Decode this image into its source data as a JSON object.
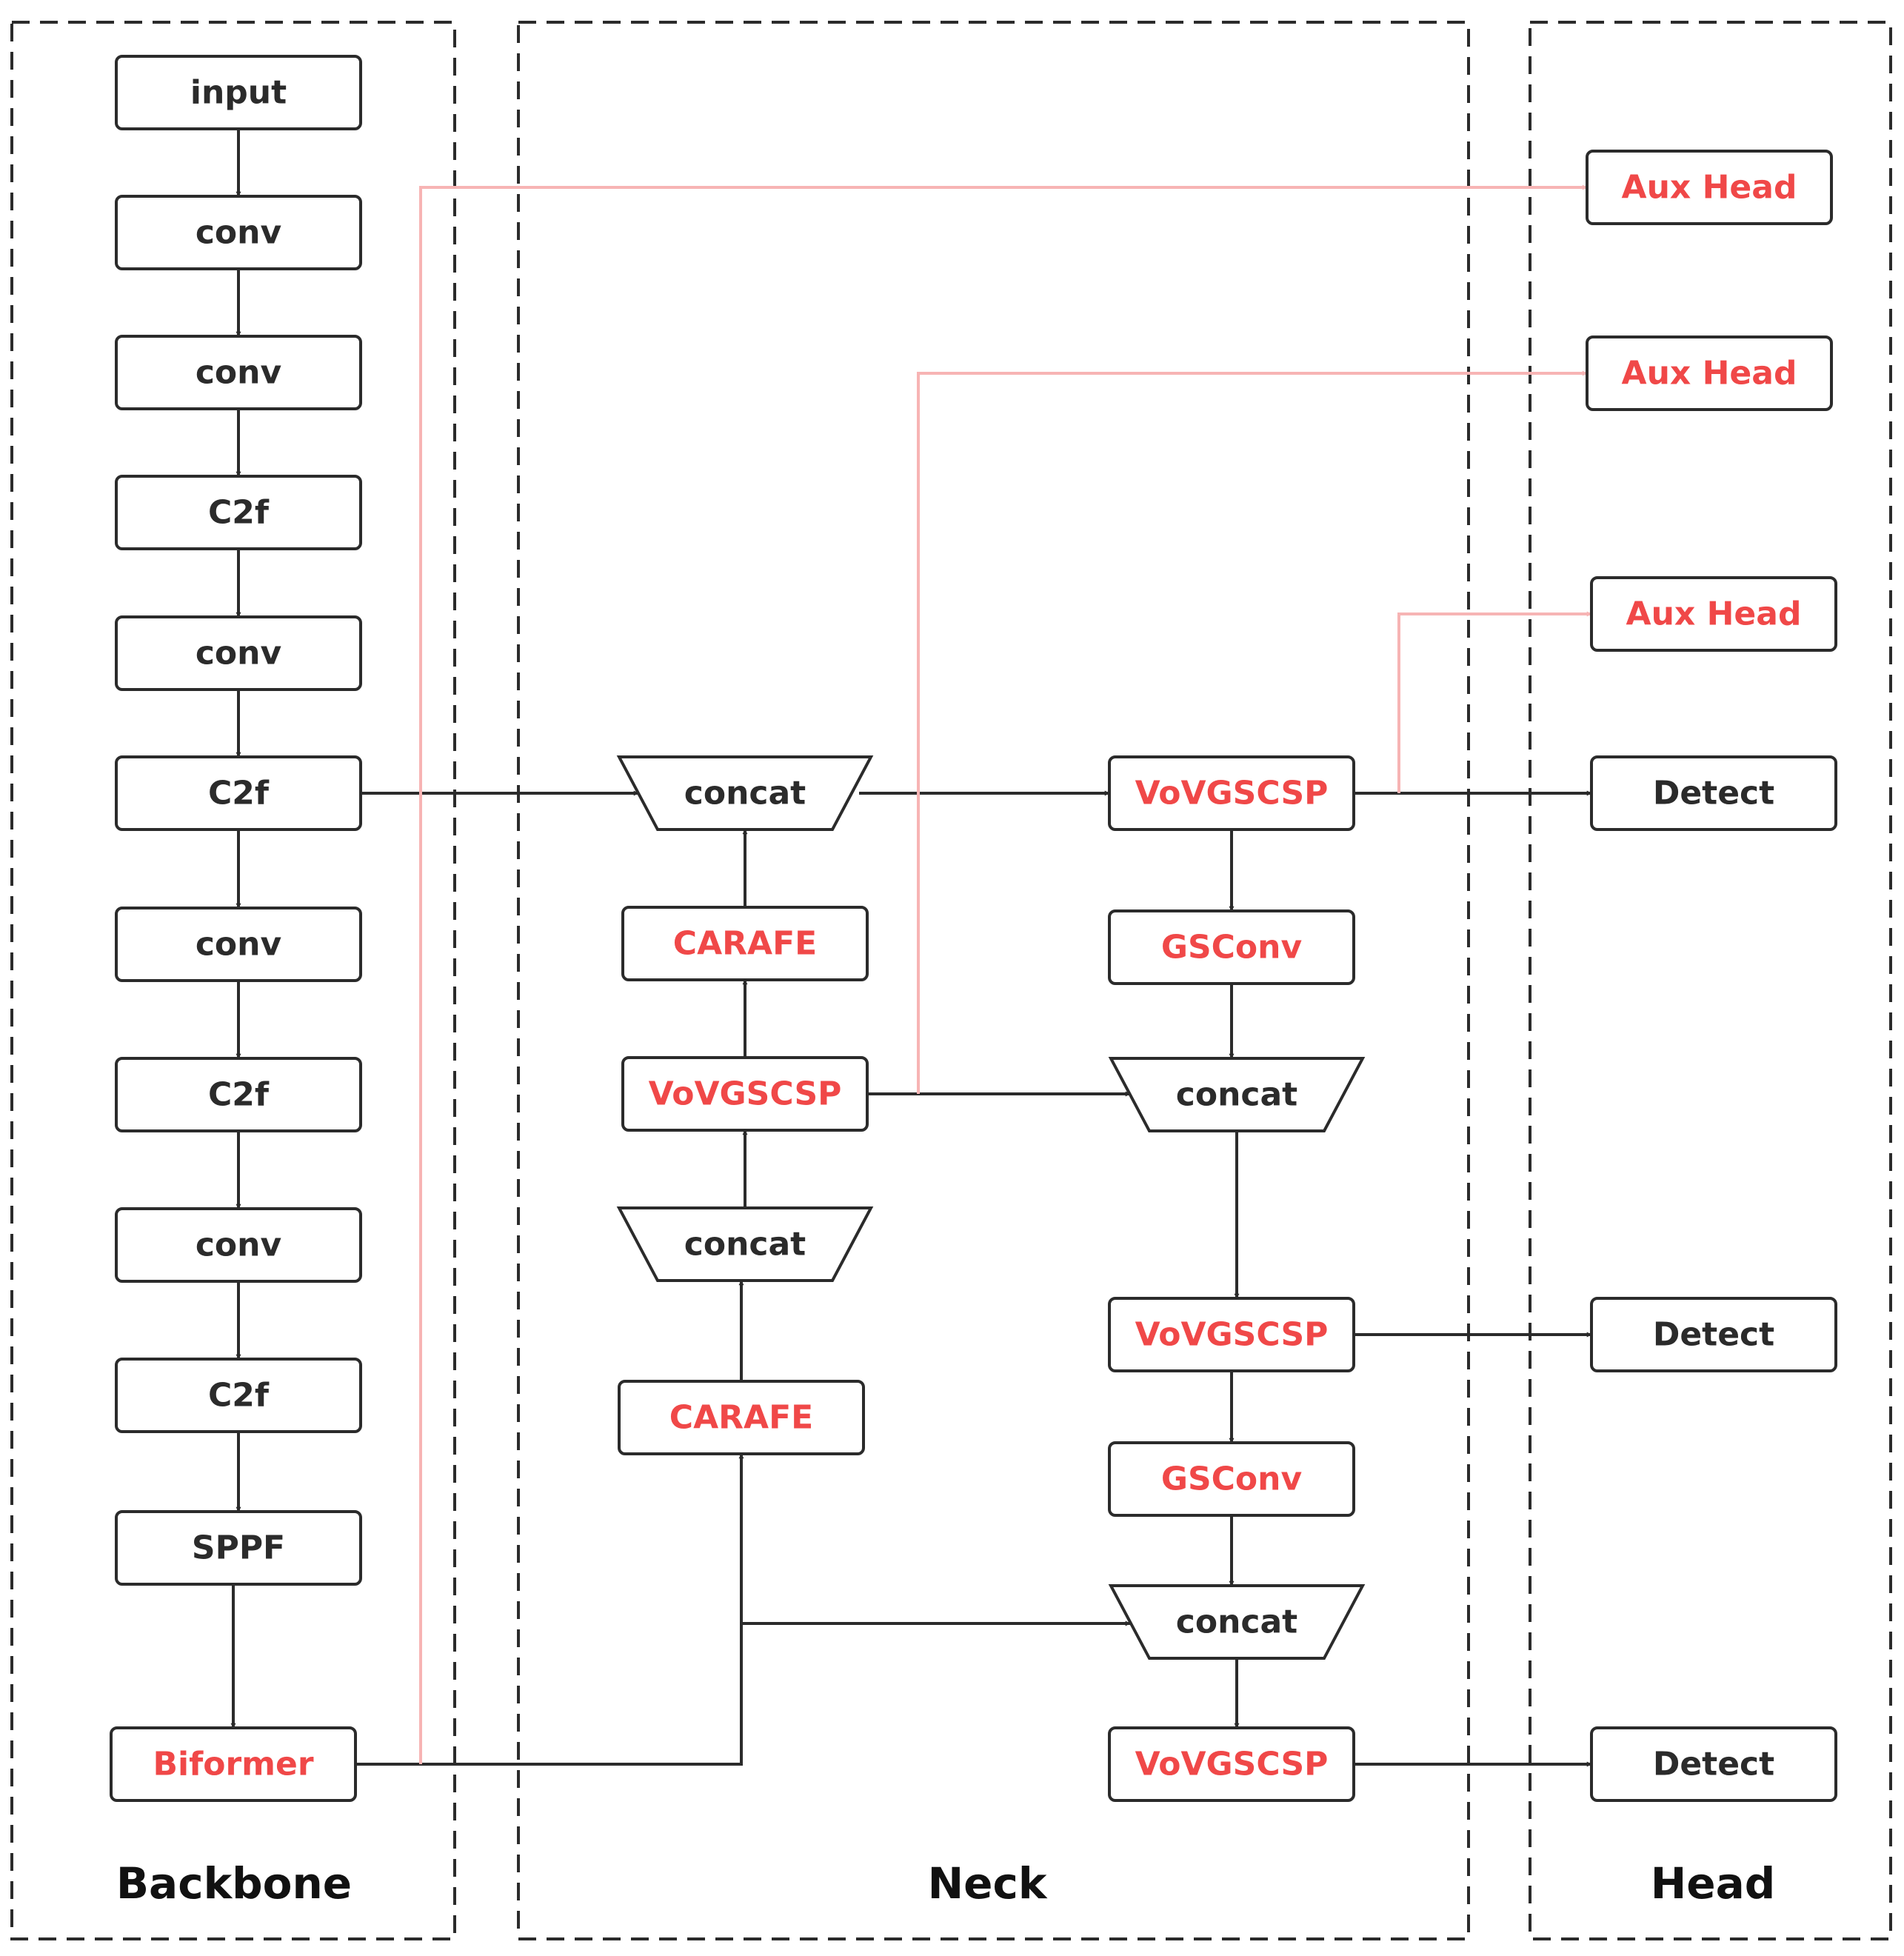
{
  "colors": {
    "text_default": "#2b2b2b",
    "text_modified": "#f04848",
    "edge_default": "#2b2b2b",
    "edge_aux": "#f7b4b4"
  },
  "sections": {
    "backbone": "Backbone",
    "neck": "Neck",
    "head": "Head"
  },
  "nodes": {
    "input": {
      "label": "input",
      "modified": false
    },
    "conv1": {
      "label": "conv",
      "modified": false
    },
    "conv2": {
      "label": "conv",
      "modified": false
    },
    "c2f1": {
      "label": "C2f",
      "modified": false
    },
    "conv3": {
      "label": "conv",
      "modified": false
    },
    "c2f2": {
      "label": "C2f",
      "modified": false
    },
    "conv4": {
      "label": "conv",
      "modified": false
    },
    "c2f3": {
      "label": "C2f",
      "modified": false
    },
    "conv5": {
      "label": "conv",
      "modified": false
    },
    "c2f4": {
      "label": "C2f",
      "modified": false
    },
    "sppf": {
      "label": "SPPF",
      "modified": false
    },
    "biformer": {
      "label": "Biformer",
      "modified": true
    },
    "concat_n1": {
      "label": "concat",
      "modified": false
    },
    "carafe1": {
      "label": "CARAFE",
      "modified": true
    },
    "vov_n1": {
      "label": "VoVGSCSP",
      "modified": true
    },
    "concat_n2": {
      "label": "concat",
      "modified": false
    },
    "carafe2": {
      "label": "CARAFE",
      "modified": true
    },
    "vov_r1": {
      "label": "VoVGSCSP",
      "modified": true
    },
    "gsconv1": {
      "label": "GSConv",
      "modified": true
    },
    "concat_r1": {
      "label": "concat",
      "modified": false
    },
    "vov_r2": {
      "label": "VoVGSCSP",
      "modified": true
    },
    "gsconv2": {
      "label": "GSConv",
      "modified": true
    },
    "concat_r2": {
      "label": "concat",
      "modified": false
    },
    "vov_r3": {
      "label": "VoVGSCSP",
      "modified": true
    },
    "aux1": {
      "label": "Aux Head",
      "modified": true
    },
    "aux2": {
      "label": "Aux Head",
      "modified": true
    },
    "aux3": {
      "label": "Aux Head",
      "modified": true
    },
    "detect1": {
      "label": "Detect",
      "modified": false
    },
    "detect2": {
      "label": "Detect",
      "modified": false
    },
    "detect3": {
      "label": "Detect",
      "modified": false
    }
  },
  "edges": [
    {
      "from": "input",
      "to": "conv1",
      "kind": "main"
    },
    {
      "from": "conv1",
      "to": "conv2",
      "kind": "main"
    },
    {
      "from": "conv2",
      "to": "c2f1",
      "kind": "main"
    },
    {
      "from": "c2f1",
      "to": "conv3",
      "kind": "main"
    },
    {
      "from": "conv3",
      "to": "c2f2",
      "kind": "main"
    },
    {
      "from": "c2f2",
      "to": "conv4",
      "kind": "main"
    },
    {
      "from": "conv4",
      "to": "c2f3",
      "kind": "main"
    },
    {
      "from": "c2f3",
      "to": "conv5",
      "kind": "main"
    },
    {
      "from": "conv5",
      "to": "c2f4",
      "kind": "main"
    },
    {
      "from": "c2f4",
      "to": "sppf",
      "kind": "main"
    },
    {
      "from": "sppf",
      "to": "biformer",
      "kind": "main"
    },
    {
      "from": "c2f2",
      "to": "concat_n1",
      "kind": "main"
    },
    {
      "from": "biformer",
      "to": "carafe2",
      "kind": "main"
    },
    {
      "from": "carafe2",
      "to": "concat_n2",
      "kind": "main"
    },
    {
      "from": "concat_n2",
      "to": "vov_n1",
      "kind": "main"
    },
    {
      "from": "vov_n1",
      "to": "carafe1",
      "kind": "main"
    },
    {
      "from": "carafe1",
      "to": "concat_n1",
      "kind": "main"
    },
    {
      "from": "concat_n1",
      "to": "vov_r1",
      "kind": "main"
    },
    {
      "from": "vov_r1",
      "to": "gsconv1",
      "kind": "main"
    },
    {
      "from": "gsconv1",
      "to": "concat_r1",
      "kind": "main"
    },
    {
      "from": "vov_n1",
      "to": "concat_r1",
      "kind": "main"
    },
    {
      "from": "concat_r1",
      "to": "vov_r2",
      "kind": "main"
    },
    {
      "from": "vov_r2",
      "to": "gsconv2",
      "kind": "main"
    },
    {
      "from": "gsconv2",
      "to": "concat_r2",
      "kind": "main"
    },
    {
      "from": "biformer",
      "to": "concat_r2",
      "kind": "main"
    },
    {
      "from": "concat_r2",
      "to": "vov_r3",
      "kind": "main"
    },
    {
      "from": "vov_r1",
      "to": "detect1",
      "kind": "main"
    },
    {
      "from": "vov_r2",
      "to": "detect2",
      "kind": "main"
    },
    {
      "from": "vov_r3",
      "to": "detect3",
      "kind": "main"
    },
    {
      "from": "biformer",
      "to": "aux1",
      "kind": "aux"
    },
    {
      "from": "vov_n1",
      "to": "aux2",
      "kind": "aux"
    },
    {
      "from": "vov_r1",
      "to": "aux3",
      "kind": "aux"
    }
  ]
}
